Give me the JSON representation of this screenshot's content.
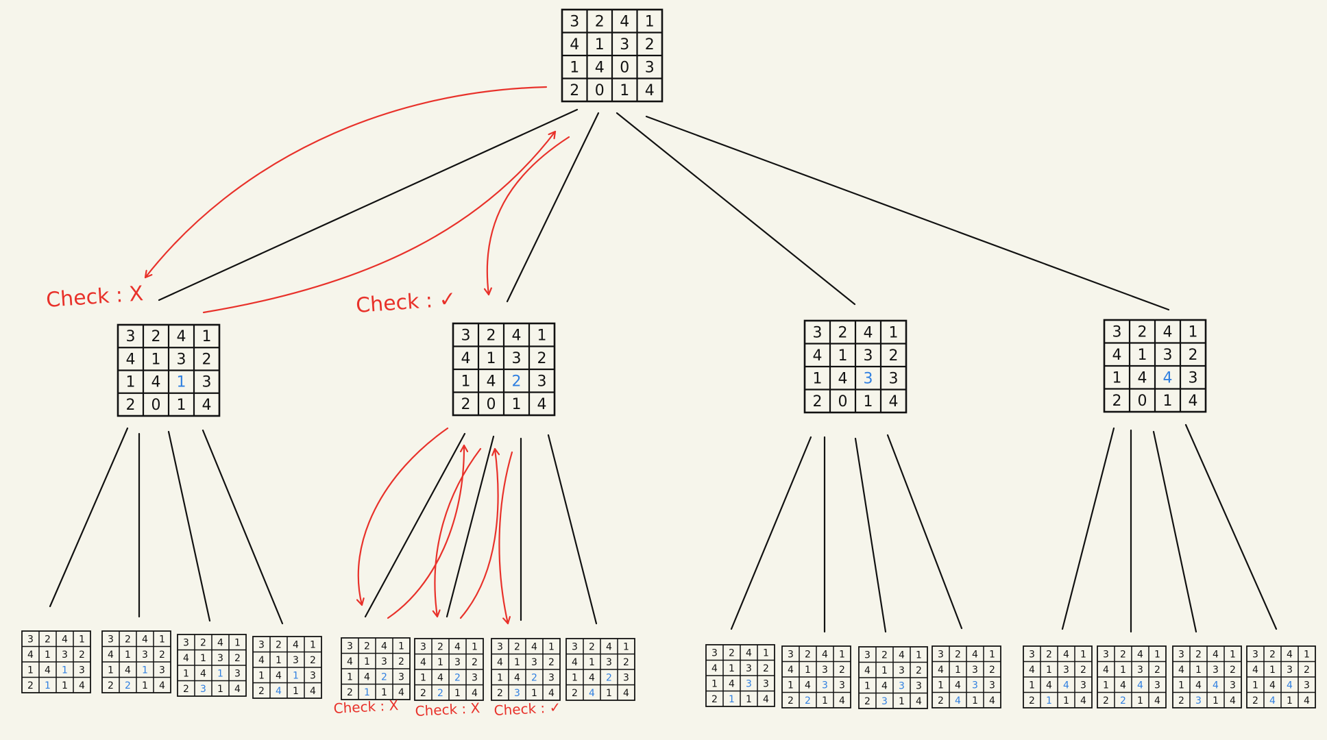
{
  "colors": {
    "background": "#f6f5eb",
    "ink": "#111111",
    "highlight": "#2f7fe0",
    "annotation": "#e8312a"
  },
  "grids": [
    {
      "id": "root",
      "cells": [
        [
          "3",
          "2",
          "4",
          "1"
        ],
        [
          "4",
          "1",
          "3",
          "2"
        ],
        [
          "1",
          "4",
          "0",
          "3"
        ],
        [
          "2",
          "0",
          "1",
          "4"
        ]
      ],
      "highlight": []
    },
    {
      "id": "l1-a",
      "cells": [
        [
          "3",
          "2",
          "4",
          "1"
        ],
        [
          "4",
          "1",
          "3",
          "2"
        ],
        [
          "1",
          "4",
          "1",
          "3"
        ],
        [
          "2",
          "0",
          "1",
          "4"
        ]
      ],
      "highlight": [
        [
          2,
          2
        ]
      ]
    },
    {
      "id": "l1-b",
      "cells": [
        [
          "3",
          "2",
          "4",
          "1"
        ],
        [
          "4",
          "1",
          "3",
          "2"
        ],
        [
          "1",
          "4",
          "2",
          "3"
        ],
        [
          "2",
          "0",
          "1",
          "4"
        ]
      ],
      "highlight": [
        [
          2,
          2
        ]
      ]
    },
    {
      "id": "l1-c",
      "cells": [
        [
          "3",
          "2",
          "4",
          "1"
        ],
        [
          "4",
          "1",
          "3",
          "2"
        ],
        [
          "1",
          "4",
          "3",
          "3"
        ],
        [
          "2",
          "0",
          "1",
          "4"
        ]
      ],
      "highlight": [
        [
          2,
          2
        ]
      ]
    },
    {
      "id": "l1-d",
      "cells": [
        [
          "3",
          "2",
          "4",
          "1"
        ],
        [
          "4",
          "1",
          "3",
          "2"
        ],
        [
          "1",
          "4",
          "4",
          "3"
        ],
        [
          "2",
          "0",
          "1",
          "4"
        ]
      ],
      "highlight": [
        [
          2,
          2
        ]
      ]
    },
    {
      "id": "a-1",
      "cells": [
        [
          "3",
          "2",
          "4",
          "1"
        ],
        [
          "4",
          "1",
          "3",
          "2"
        ],
        [
          "1",
          "4",
          "1",
          "3"
        ],
        [
          "2",
          "1",
          "1",
          "4"
        ]
      ],
      "highlight": [
        [
          2,
          2
        ],
        [
          3,
          1
        ]
      ]
    },
    {
      "id": "a-2",
      "cells": [
        [
          "3",
          "2",
          "4",
          "1"
        ],
        [
          "4",
          "1",
          "3",
          "2"
        ],
        [
          "1",
          "4",
          "1",
          "3"
        ],
        [
          "2",
          "2",
          "1",
          "4"
        ]
      ],
      "highlight": [
        [
          2,
          2
        ],
        [
          3,
          1
        ]
      ]
    },
    {
      "id": "a-3",
      "cells": [
        [
          "3",
          "2",
          "4",
          "1"
        ],
        [
          "4",
          "1",
          "3",
          "2"
        ],
        [
          "1",
          "4",
          "1",
          "3"
        ],
        [
          "2",
          "3",
          "1",
          "4"
        ]
      ],
      "highlight": [
        [
          2,
          2
        ],
        [
          3,
          1
        ]
      ]
    },
    {
      "id": "a-4",
      "cells": [
        [
          "3",
          "2",
          "4",
          "1"
        ],
        [
          "4",
          "1",
          "3",
          "2"
        ],
        [
          "1",
          "4",
          "1",
          "3"
        ],
        [
          "2",
          "4",
          "1",
          "4"
        ]
      ],
      "highlight": [
        [
          2,
          2
        ],
        [
          3,
          1
        ]
      ]
    },
    {
      "id": "b-1",
      "cells": [
        [
          "3",
          "2",
          "4",
          "1"
        ],
        [
          "4",
          "1",
          "3",
          "2"
        ],
        [
          "1",
          "4",
          "2",
          "3"
        ],
        [
          "2",
          "1",
          "1",
          "4"
        ]
      ],
      "highlight": [
        [
          2,
          2
        ],
        [
          3,
          1
        ]
      ]
    },
    {
      "id": "b-2",
      "cells": [
        [
          "3",
          "2",
          "4",
          "1"
        ],
        [
          "4",
          "1",
          "3",
          "2"
        ],
        [
          "1",
          "4",
          "2",
          "3"
        ],
        [
          "2",
          "2",
          "1",
          "4"
        ]
      ],
      "highlight": [
        [
          2,
          2
        ],
        [
          3,
          1
        ]
      ]
    },
    {
      "id": "b-3",
      "cells": [
        [
          "3",
          "2",
          "4",
          "1"
        ],
        [
          "4",
          "1",
          "3",
          "2"
        ],
        [
          "1",
          "4",
          "2",
          "3"
        ],
        [
          "2",
          "3",
          "1",
          "4"
        ]
      ],
      "highlight": [
        [
          2,
          2
        ],
        [
          3,
          1
        ]
      ]
    },
    {
      "id": "b-4",
      "cells": [
        [
          "3",
          "2",
          "4",
          "1"
        ],
        [
          "4",
          "1",
          "3",
          "2"
        ],
        [
          "1",
          "4",
          "2",
          "3"
        ],
        [
          "2",
          "4",
          "1",
          "4"
        ]
      ],
      "highlight": [
        [
          2,
          2
        ],
        [
          3,
          1
        ]
      ]
    },
    {
      "id": "c-1",
      "cells": [
        [
          "3",
          "2",
          "4",
          "1"
        ],
        [
          "4",
          "1",
          "3",
          "2"
        ],
        [
          "1",
          "4",
          "3",
          "3"
        ],
        [
          "2",
          "1",
          "1",
          "4"
        ]
      ],
      "highlight": [
        [
          2,
          2
        ],
        [
          3,
          1
        ]
      ]
    },
    {
      "id": "c-2",
      "cells": [
        [
          "3",
          "2",
          "4",
          "1"
        ],
        [
          "4",
          "1",
          "3",
          "2"
        ],
        [
          "1",
          "4",
          "3",
          "3"
        ],
        [
          "2",
          "2",
          "1",
          "4"
        ]
      ],
      "highlight": [
        [
          2,
          2
        ],
        [
          3,
          1
        ]
      ]
    },
    {
      "id": "c-3",
      "cells": [
        [
          "3",
          "2",
          "4",
          "1"
        ],
        [
          "4",
          "1",
          "3",
          "2"
        ],
        [
          "1",
          "4",
          "3",
          "3"
        ],
        [
          "2",
          "3",
          "1",
          "4"
        ]
      ],
      "highlight": [
        [
          2,
          2
        ],
        [
          3,
          1
        ]
      ]
    },
    {
      "id": "c-4",
      "cells": [
        [
          "3",
          "2",
          "4",
          "1"
        ],
        [
          "4",
          "1",
          "3",
          "2"
        ],
        [
          "1",
          "4",
          "3",
          "3"
        ],
        [
          "2",
          "4",
          "1",
          "4"
        ]
      ],
      "highlight": [
        [
          2,
          2
        ],
        [
          3,
          1
        ]
      ]
    },
    {
      "id": "d-1",
      "cells": [
        [
          "3",
          "2",
          "4",
          "1"
        ],
        [
          "4",
          "1",
          "3",
          "2"
        ],
        [
          "1",
          "4",
          "4",
          "3"
        ],
        [
          "2",
          "1",
          "1",
          "4"
        ]
      ],
      "highlight": [
        [
          2,
          2
        ],
        [
          3,
          1
        ]
      ]
    },
    {
      "id": "d-2",
      "cells": [
        [
          "3",
          "2",
          "4",
          "1"
        ],
        [
          "4",
          "1",
          "3",
          "2"
        ],
        [
          "1",
          "4",
          "4",
          "3"
        ],
        [
          "2",
          "2",
          "1",
          "4"
        ]
      ],
      "highlight": [
        [
          2,
          2
        ],
        [
          3,
          1
        ]
      ]
    },
    {
      "id": "d-3",
      "cells": [
        [
          "3",
          "2",
          "4",
          "1"
        ],
        [
          "4",
          "1",
          "3",
          "2"
        ],
        [
          "1",
          "4",
          "4",
          "3"
        ],
        [
          "2",
          "3",
          "1",
          "4"
        ]
      ],
      "highlight": [
        [
          2,
          2
        ],
        [
          3,
          1
        ]
      ]
    },
    {
      "id": "d-4",
      "cells": [
        [
          "3",
          "2",
          "4",
          "1"
        ],
        [
          "4",
          "1",
          "3",
          "2"
        ],
        [
          "1",
          "4",
          "4",
          "3"
        ],
        [
          "2",
          "4",
          "1",
          "4"
        ]
      ],
      "highlight": [
        [
          2,
          2
        ],
        [
          3,
          1
        ]
      ]
    }
  ],
  "labels": {
    "check_root_a": "Check : X",
    "check_root_b": "Check : ✓",
    "check_b1": "Check : X",
    "check_b2": "Check : X",
    "check_b3": "Check : ✓"
  }
}
